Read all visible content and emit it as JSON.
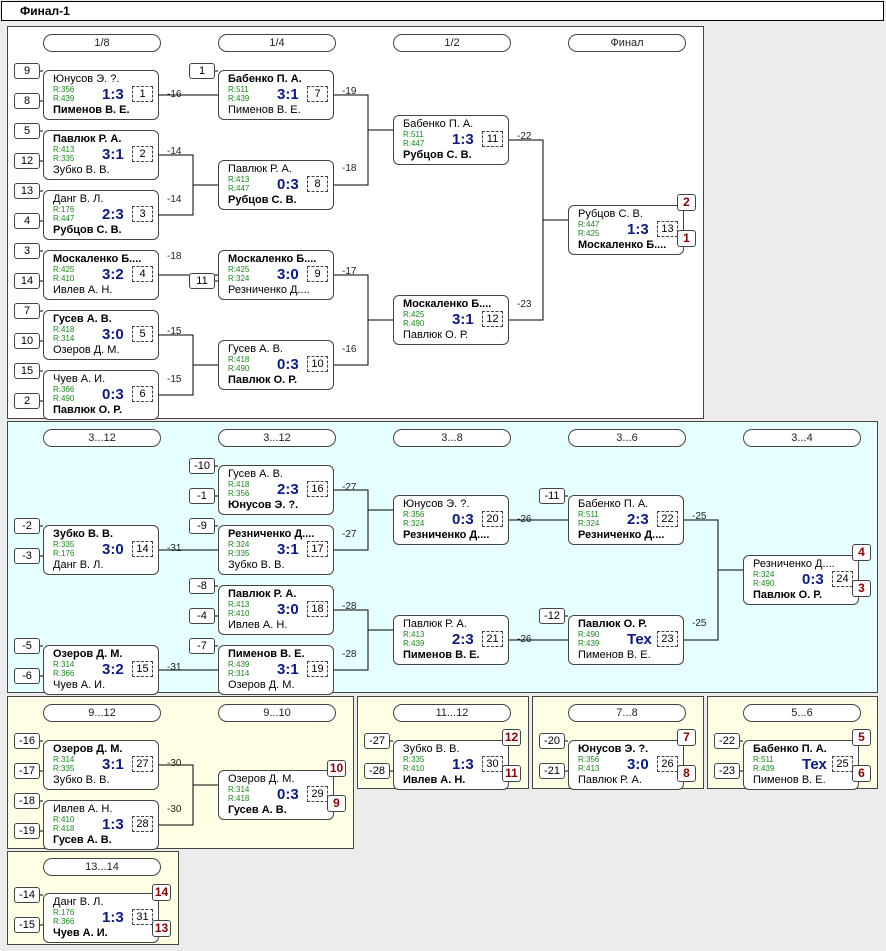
{
  "title": "Финал-1",
  "panels": [
    {
      "bg": "#ffffff",
      "headers": [
        "1/8",
        "1/4",
        "1/2",
        "Финал"
      ]
    },
    {
      "bg": "#e6ffff",
      "headers": [
        "3...12",
        "3...12",
        "3...8",
        "3...6",
        "3...4"
      ]
    },
    {
      "bg": "#ffffe6",
      "headers": [
        "9...12",
        "9...10"
      ]
    },
    {
      "bg": "#ffffe6",
      "headers": [
        "11...12"
      ]
    },
    {
      "bg": "#ffffe6",
      "headers": [
        "7...8"
      ]
    },
    {
      "bg": "#ffffe6",
      "headers": [
        "5...6"
      ]
    },
    {
      "bg": "#ffffe6",
      "headers": [
        "13...14"
      ]
    }
  ],
  "seeds": [
    "9",
    "8",
    "5",
    "12",
    "13",
    "4",
    "3",
    "14",
    "7",
    "10",
    "15",
    "2",
    "1",
    "11",
    "-10",
    "-1",
    "-2",
    "-3",
    "-9",
    "-8",
    "-4",
    "-5",
    "-6",
    "-7",
    "-11",
    "-12",
    "-16",
    "-17",
    "-18",
    "-19",
    "-27",
    "-28",
    "-20",
    "-21",
    "-22",
    "-23",
    "-14",
    "-15"
  ],
  "outs": [
    "-16",
    "-14",
    "-14",
    "-18",
    "-15",
    "-15",
    "-19",
    "-18",
    "-17",
    "-16",
    "-22",
    "-23",
    "-27",
    "-31",
    "-27",
    "-28",
    "-31",
    "-28",
    "-26",
    "-26",
    "-25",
    "-25",
    "-30",
    "-30"
  ],
  "places": [
    "2",
    "1",
    "4",
    "3",
    "10",
    "9",
    "12",
    "11",
    "7",
    "8",
    "5",
    "6",
    "14",
    "13"
  ],
  "matches": [
    {
      "p1": "Юнусов Э. ?.",
      "r1": "R:356",
      "p2": "Пименов В. Е.",
      "r2": "R:439",
      "score": "1:3",
      "num": "1",
      "w": 2
    },
    {
      "p1": "Павлюк Р. А.",
      "r1": "R:413",
      "p2": "Зубко В. В.",
      "r2": "R:335",
      "score": "3:1",
      "num": "2",
      "w": 1
    },
    {
      "p1": "Данг В. Л.",
      "r1": "R:176",
      "p2": "Рубцов С. В.",
      "r2": "R:447",
      "score": "2:3",
      "num": "3",
      "w": 2
    },
    {
      "p1": "Москаленко Б....",
      "r1": "R:425",
      "p2": "Ивлев А. Н.",
      "r2": "R:410",
      "score": "3:2",
      "num": "4",
      "w": 1
    },
    {
      "p1": "Гусев А. В.",
      "r1": "R:418",
      "p2": "Озеров Д. М.",
      "r2": "R:314",
      "score": "3:0",
      "num": "5",
      "w": 1
    },
    {
      "p1": "Чуев А. И.",
      "r1": "R:366",
      "p2": "Павлюк О. Р.",
      "r2": "R:490",
      "score": "0:3",
      "num": "6",
      "w": 2
    },
    {
      "p1": "Бабенко П. А.",
      "r1": "R:511",
      "p2": "Пименов В. Е.",
      "r2": "R:439",
      "score": "3:1",
      "num": "7",
      "w": 1
    },
    {
      "p1": "Павлюк Р. А.",
      "r1": "R:413",
      "p2": "Рубцов С. В.",
      "r2": "R:447",
      "score": "0:3",
      "num": "8",
      "w": 2
    },
    {
      "p1": "Москаленко Б....",
      "r1": "R:425",
      "p2": "Резниченко Д....",
      "r2": "R:324",
      "score": "3:0",
      "num": "9",
      "w": 1
    },
    {
      "p1": "Гусев А. В.",
      "r1": "R:418",
      "p2": "Павлюк О. Р.",
      "r2": "R:490",
      "score": "0:3",
      "num": "10",
      "w": 2
    },
    {
      "p1": "Бабенко П. А.",
      "r1": "R:511",
      "p2": "Рубцов С. В.",
      "r2": "R:447",
      "score": "1:3",
      "num": "11",
      "w": 2
    },
    {
      "p1": "Москаленко Б....",
      "r1": "R:425",
      "p2": "Павлюк О. Р.",
      "r2": "R:490",
      "score": "3:1",
      "num": "12",
      "w": 1
    },
    {
      "p1": "Рубцов С. В.",
      "r1": "R:447",
      "p2": "Москаленко Б....",
      "r2": "R:425",
      "score": "1:3",
      "num": "13",
      "w": 2
    },
    {
      "p1": "Гусев А. В.",
      "r1": "R:418",
      "p2": "Юнусов Э. ?.",
      "r2": "R:356",
      "score": "2:3",
      "num": "16",
      "w": 2
    },
    {
      "p1": "Зубко В. В.",
      "r1": "R:335",
      "p2": "Данг В. Л.",
      "r2": "R:176",
      "score": "3:0",
      "num": "14",
      "w": 1
    },
    {
      "p1": "Резниченко Д....",
      "r1": "R:324",
      "p2": "Зубко В. В.",
      "r2": "R:335",
      "score": "3:1",
      "num": "17",
      "w": 1
    },
    {
      "p1": "Павлюк Р. А.",
      "r1": "R:413",
      "p2": "Ивлев А. Н.",
      "r2": "R:410",
      "score": "3:0",
      "num": "18",
      "w": 1
    },
    {
      "p1": "Озеров Д. М.",
      "r1": "R:314",
      "p2": "Чуев А. И.",
      "r2": "R:366",
      "score": "3:2",
      "num": "15",
      "w": 1
    },
    {
      "p1": "Пименов В. Е.",
      "r1": "R:439",
      "p2": "Озеров Д. М.",
      "r2": "R:314",
      "score": "3:1",
      "num": "19",
      "w": 1
    },
    {
      "p1": "Юнусов Э. ?.",
      "r1": "R:356",
      "p2": "Резниченко Д....",
      "r2": "R:324",
      "score": "0:3",
      "num": "20",
      "w": 2
    },
    {
      "p1": "Павлюк Р. А.",
      "r1": "R:413",
      "p2": "Пименов В. Е.",
      "r2": "R:439",
      "score": "2:3",
      "num": "21",
      "w": 2
    },
    {
      "p1": "Бабенко П. А.",
      "r1": "R:511",
      "p2": "Резниченко Д....",
      "r2": "R:324",
      "score": "2:3",
      "num": "22",
      "w": 2
    },
    {
      "p1": "Павлюк О. Р.",
      "r1": "R:490",
      "p2": "Пименов В. Е.",
      "r2": "R:439",
      "score": "Тех",
      "num": "23",
      "w": 1
    },
    {
      "p1": "Резниченко Д....",
      "r1": "R:324",
      "p2": "Павлюк О. Р.",
      "r2": "R:490",
      "score": "0:3",
      "num": "24",
      "w": 2
    },
    {
      "p1": "Озеров Д. М.",
      "r1": "R:314",
      "p2": "Зубко В. В.",
      "r2": "R:335",
      "score": "3:1",
      "num": "27",
      "w": 1
    },
    {
      "p1": "Ивлев А. Н.",
      "r1": "R:410",
      "p2": "Гусев А. В.",
      "r2": "R:418",
      "score": "1:3",
      "num": "28",
      "w": 2
    },
    {
      "p1": "Озеров Д. М.",
      "r1": "R:314",
      "p2": "Гусев А. В.",
      "r2": "R:418",
      "score": "0:3",
      "num": "29",
      "w": 2
    },
    {
      "p1": "Зубко В. В.",
      "r1": "R:335",
      "p2": "Ивлев А. Н.",
      "r2": "R:410",
      "score": "1:3",
      "num": "30",
      "w": 2
    },
    {
      "p1": "Юнусов Э. ?.",
      "r1": "R:356",
      "p2": "Павлюк Р. А.",
      "r2": "R:413",
      "score": "3:0",
      "num": "26",
      "w": 1
    },
    {
      "p1": "Бабенко П. А.",
      "r1": "R:511",
      "p2": "Пименов В. Е.",
      "r2": "R:439",
      "score": "Тех",
      "num": "25",
      "w": 1
    },
    {
      "p1": "Данг В. Л.",
      "r1": "R:176",
      "p2": "Чуев А. И.",
      "r2": "R:366",
      "score": "1:3",
      "num": "31",
      "w": 2
    }
  ]
}
